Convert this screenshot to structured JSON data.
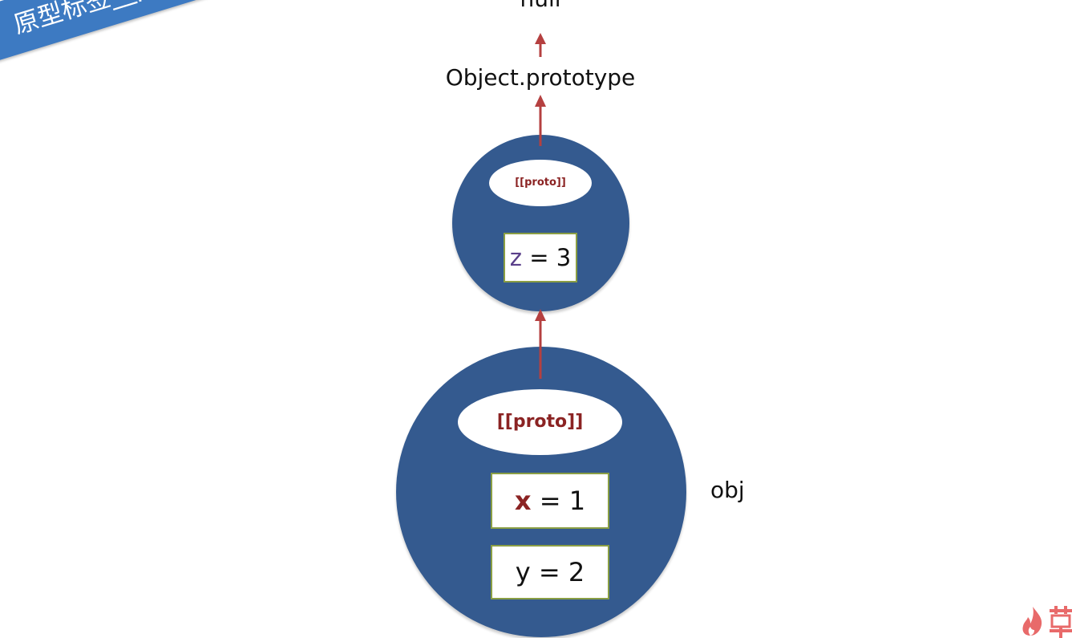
{
  "banner": {
    "text": "原型标签__proto__",
    "color": "#3d7ac2"
  },
  "chain": {
    "null_label": "null",
    "object_prototype_label": "Object.prototype",
    "obj_label": "obj"
  },
  "prototype_object": {
    "proto_label": "[[proto]]",
    "properties": [
      {
        "name": "z",
        "operator": " = ",
        "value": "3"
      }
    ]
  },
  "obj_object": {
    "proto_label": "[[proto]]",
    "properties": [
      {
        "name": "x",
        "operator": " = ",
        "value": "1"
      },
      {
        "name": "y",
        "operator": " = ",
        "value": "2"
      }
    ]
  },
  "colors": {
    "circle_fill": "#345a8f",
    "arrow": "#b54040",
    "proto_text": "#8b2323",
    "box_border": "#8a9e44",
    "logo": "#e86a6a"
  },
  "icons": {
    "logo": "flame-logo-icon"
  }
}
